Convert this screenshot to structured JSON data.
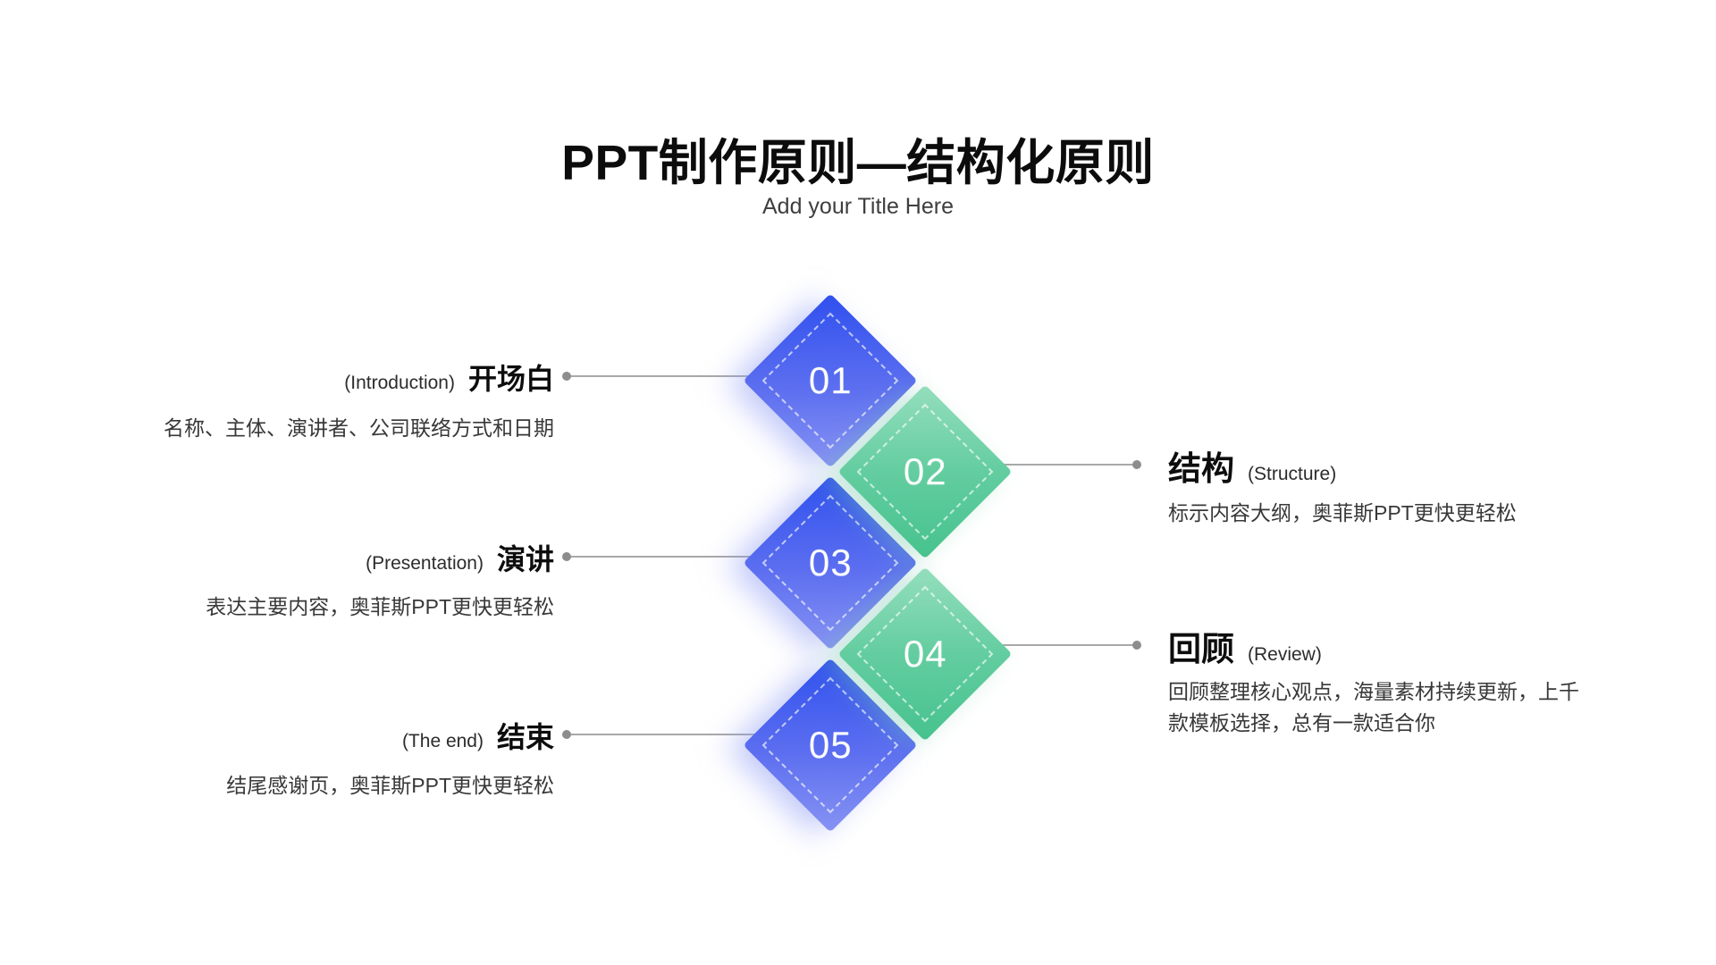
{
  "slide": {
    "title": "PPT制作原则—结构化原则",
    "subtitle": "Add your Title Here"
  },
  "colors": {
    "blue_gradient_start": "#2f50ee",
    "blue_gradient_end": "#8793f3",
    "green_gradient_start": "#95debd",
    "green_gradient_end": "#46c28d",
    "connector_line": "#a8a8a8",
    "connector_dot": "#8d8d8d",
    "title_text": "#0c0c0c",
    "body_text": "#383838",
    "number_text": "#ffffff"
  },
  "diamonds": [
    {
      "number": "01",
      "color": "blue"
    },
    {
      "number": "02",
      "color": "green"
    },
    {
      "number": "03",
      "color": "blue"
    },
    {
      "number": "04",
      "color": "green"
    },
    {
      "number": "05",
      "color": "blue"
    }
  ],
  "left_blocks": [
    {
      "en": "(Introduction)",
      "zh": "开场白",
      "body": "名称、主体、演讲者、公司联络方式和日期"
    },
    {
      "en": "(Presentation)",
      "zh": "演讲",
      "body": "表达主要内容，奥菲斯PPT更快更轻松"
    },
    {
      "en": "(The end)",
      "zh": "结束",
      "body": "结尾感谢页，奥菲斯PPT更快更轻松"
    }
  ],
  "right_blocks": [
    {
      "zh": "结构",
      "en": "(Structure)",
      "body": "标示内容大纲，奥菲斯PPT更快更轻松"
    },
    {
      "zh": "回顾",
      "en": "(Review)",
      "body": "回顾整理核心观点，海量素材持续更新，上千款模板选择，总有一款适合你"
    }
  ]
}
